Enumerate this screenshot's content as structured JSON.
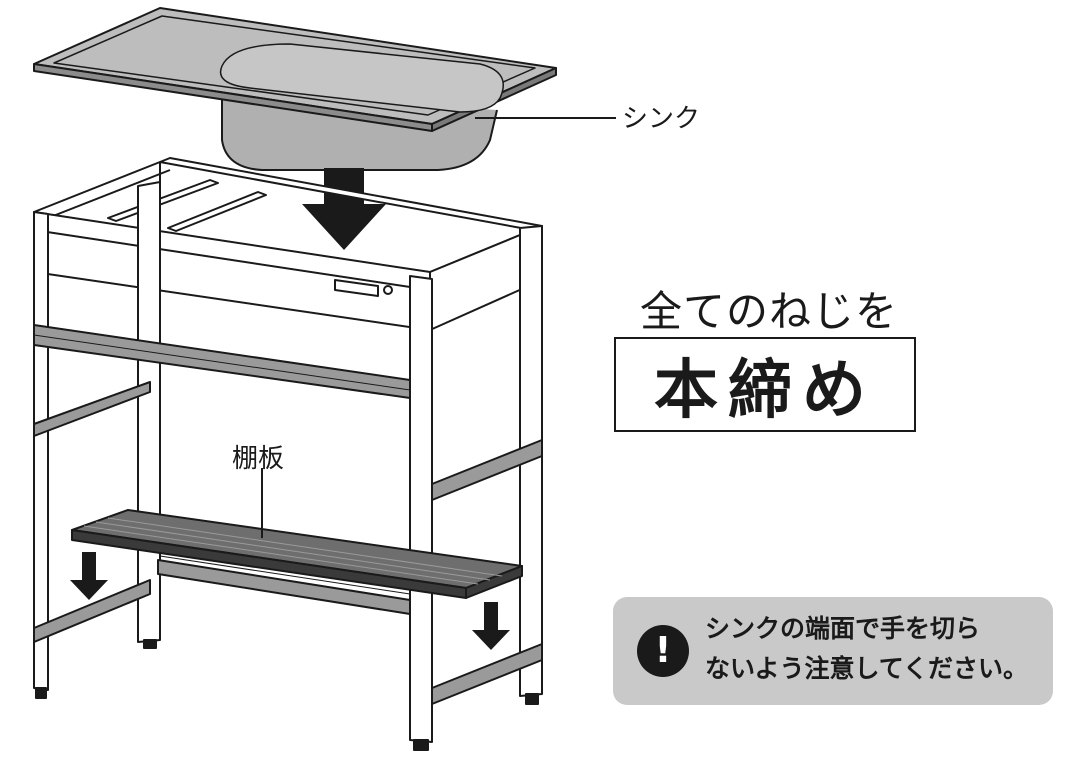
{
  "labels": {
    "sink": "シンク",
    "shelf": "棚板"
  },
  "heading": "全てのねじを",
  "emphasis": "本締め",
  "caution": {
    "icon": "exclamation-icon",
    "line1": "シンクの端面で手を切ら",
    "line2": "ないよう注意してください。"
  },
  "colors": {
    "line": "#1a1a1a",
    "sink_fill": "#b5b5b5",
    "shelf_fill": "#6e6e6e",
    "caution_bg": "#c9c9c9"
  }
}
